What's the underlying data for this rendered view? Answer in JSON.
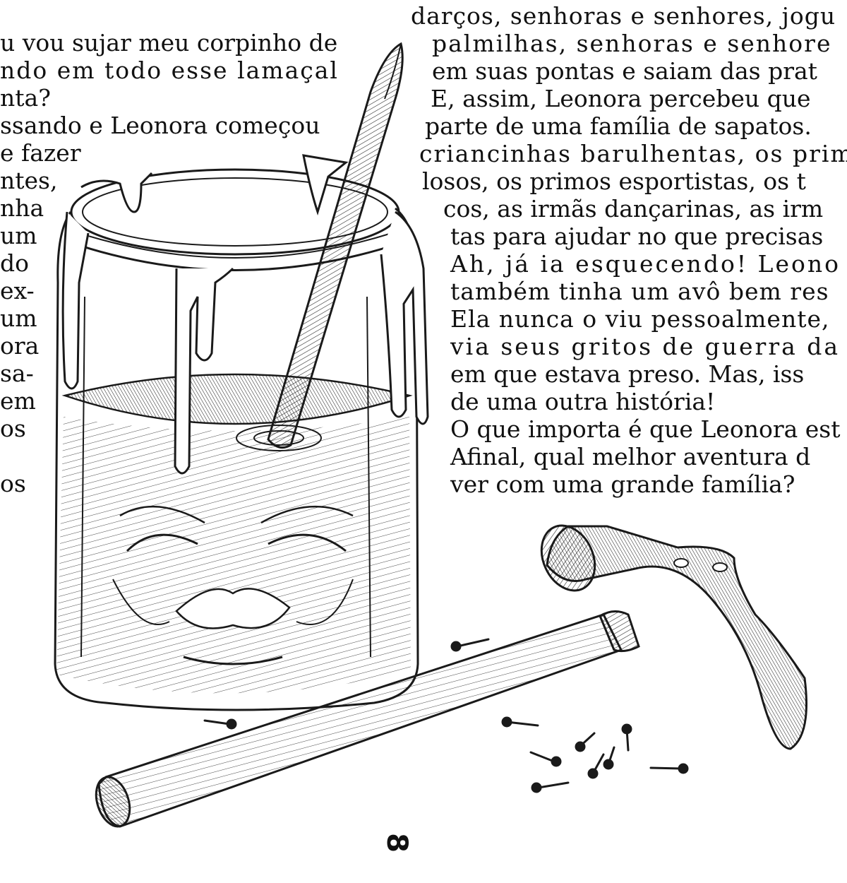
{
  "page_number": "8",
  "left_column": [
    "u vou sujar meu corpinho de",
    "ndo em todo esse lamaçal",
    "nta?",
    "ssando e Leonora começou",
    "e fazer",
    "ntes,",
    "nha",
    "um",
    "do",
    "ex-",
    "um",
    "ora",
    "sa-",
    "em",
    "os",
    "os"
  ],
  "right_column": [
    "darços, senhoras e senhores, jogu",
    "palmilhas, senhoras e senhore",
    "em suas pontas e saiam das prat",
    "E, assim, Leonora percebeu que",
    "parte de uma família de sapatos.",
    "criancinhas barulhentas, os prim",
    "losos, os primos esportistas, os t",
    "cos, as irmãs dançarinas, as irm",
    "tas para ajudar no que precisas",
    "Ah, já ia esquecendo! Leono",
    "também tinha um avô bem res",
    "Ela nunca o viu pessoalmente,",
    "via seus gritos de guerra da s",
    "em que estava preso. Mas, iss",
    "de uma outra história!",
    "O que importa é que Leonora est",
    "Afinal, qual melhor aventura d",
    "ver com uma grande família?"
  ],
  "illustration": {
    "jar_icon": "glass-jar-with-face-icon",
    "file_icon": "metal-file-icon",
    "hammer_icon": "hammer-icon",
    "nails_icon": "scattered-nails-icon",
    "ink_color": "#1a1a1a",
    "paper_color": "#ffffff"
  }
}
